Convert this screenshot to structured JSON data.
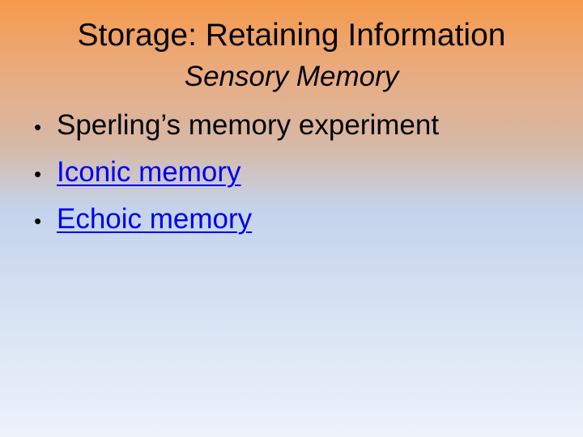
{
  "slide": {
    "title": "Storage: Retaining Information",
    "subtitle": "Sensory Memory",
    "bullets": [
      {
        "marker": "•",
        "text": "Sperling’s memory experiment"
      },
      {
        "marker": "•",
        "text": "Iconic memory"
      },
      {
        "marker": "•",
        "text": "Echoic memory"
      }
    ]
  }
}
